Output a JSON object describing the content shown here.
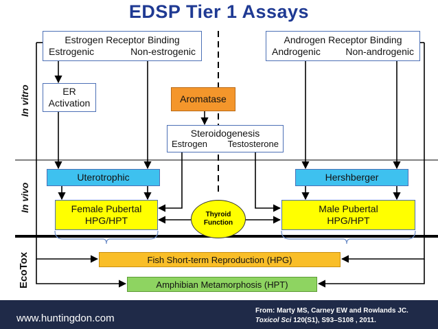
{
  "title": "EDSP Tier 1 Assays",
  "labels": {
    "in_vitro": "In vitro",
    "in_vivo": "In vivo",
    "ecotox": "EcoTox"
  },
  "estrogen_receptor": {
    "title": "Estrogen Receptor Binding",
    "left": "Estrogenic",
    "right": "Non-estrogenic"
  },
  "androgen_receptor": {
    "title": "Androgen Receptor Binding",
    "left": "Androgenic",
    "right": "Non-androgenic"
  },
  "er_activation": {
    "line1": "ER",
    "line2": "Activation"
  },
  "aromatase": "Aromatase",
  "steroidogenesis": {
    "title": "Steroidogenesis",
    "left": "Estrogen",
    "right": "Testosterone"
  },
  "uterotrophic": "Uterotrophic",
  "hershberger": "Hershberger",
  "female_pubertal": {
    "line1": "Female Pubertal",
    "line2": "HPG/HPT"
  },
  "male_pubertal": {
    "line1": "Male Pubertal",
    "line2": "HPG/HPT"
  },
  "thyroid": {
    "line1": "Thyroid",
    "line2": "Function"
  },
  "fish": "Fish Short-term Reproduction (HPG)",
  "amphibian": "Amphibian Metamorphosis (HPT)",
  "footer": {
    "website": "www.huntingdon.com",
    "citation_line1": "From: Marty MS, Carney EW  and Rowlands JC.",
    "citation_journal": "Toxicol Sci",
    "citation_rest": " 120(S1), S93–S108 , 2011."
  },
  "colors": {
    "title": "#1f3a93",
    "blue_box": "#3ec1ef",
    "yellow_box": "#ffff00",
    "aromatase": "#f4962b",
    "fish": "#f9be28",
    "amphibian": "#8ed461",
    "footer": "#1f2a48"
  }
}
